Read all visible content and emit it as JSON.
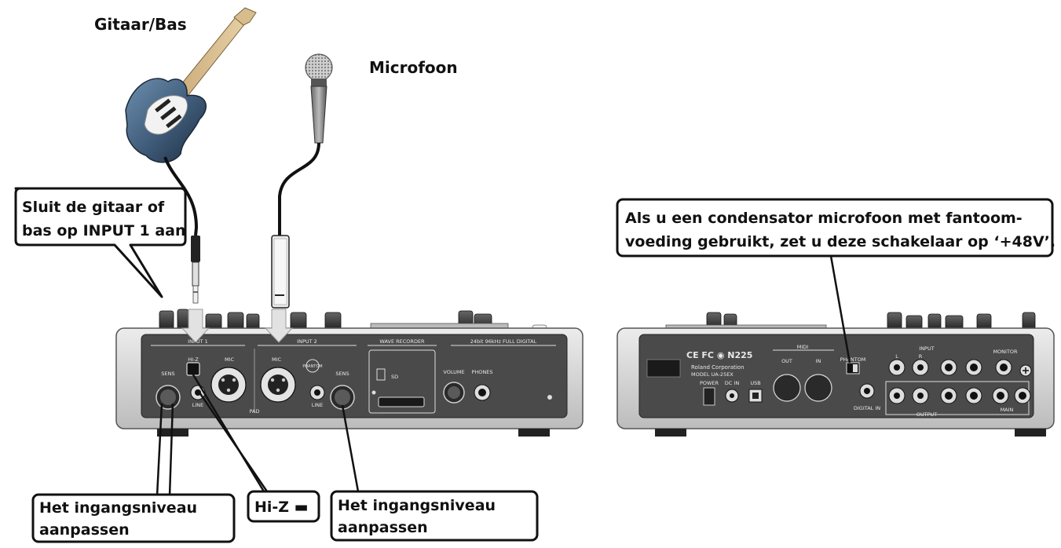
{
  "labels": {
    "guitar": "Gitaar/Bas",
    "microphone": "Microfoon"
  },
  "callouts": {
    "connect_guitar": [
      "Sluit de gitaar of",
      "bas op INPUT 1 aan"
    ],
    "phantom_power": [
      "Als u een condensator microfoon met fantoom-",
      "voeding gebruikt, zet u deze schakelaar op ‘+48V’."
    ],
    "input_level_left": [
      "Het ingangsniveau",
      "aanpassen"
    ],
    "hi_z": "Hi-Z ▬",
    "input_level_right": [
      "Het ingangsniveau",
      "aanpassen"
    ]
  },
  "front_panel": {
    "input1": "INPUT 1",
    "input2": "INPUT 2",
    "wave_recorder": "WAVE RECORDER",
    "digital": "24bit 96kHz FULL DIGITAL",
    "sens_left": "SENS",
    "sens_right": "SENS",
    "hiz": "HI-Z",
    "mic_left": "MIC",
    "mic_right": "MIC",
    "line_left": "LINE",
    "line_right": "LINE",
    "pad": "PAD",
    "phantom": "PHANTOM",
    "volume": "VOLUME",
    "phones": "PHONES"
  },
  "rear_panel": {
    "brand": "Roland Corporation",
    "model": "MODEL UA-25EX",
    "power": "POWER",
    "dc_in": "DC IN",
    "usb": "USB",
    "midi": "MIDI",
    "midi_out": "OUT",
    "midi_in": "IN",
    "phantom_switch": "PHANTOM",
    "input": "INPUT",
    "output": "OUTPUT",
    "digital_in": "DIGITAL IN",
    "ch_l": "L",
    "ch_r": "R",
    "main": "MAIN",
    "monitor": "MONITOR"
  },
  "colors": {
    "outline": "#111111",
    "panel_dark": "#4a4a4a",
    "chassis": "#d4d4d4",
    "arrow": "#e2e2e2"
  }
}
